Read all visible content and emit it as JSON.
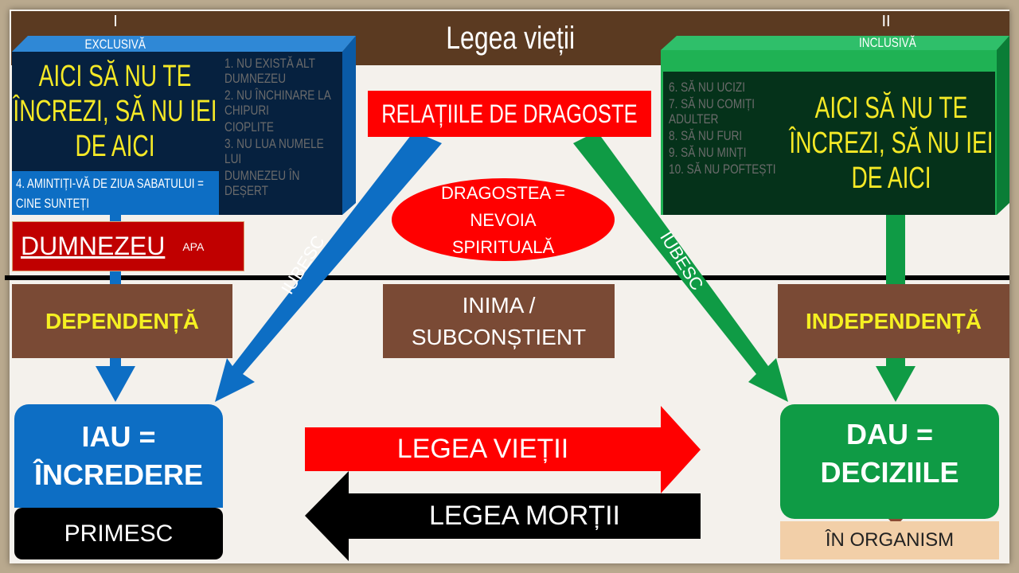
{
  "title": "Legea vieții",
  "left": {
    "roman": "I",
    "label": "EXCLUSIVĂ",
    "faded_lines": [
      "1. NU EXISTĂ ALT DUMNEZEU",
      "2. NU ÎNCHINARE LA CHIPURI",
      "CIOPLITE",
      "3. NU LUA NUMELE LUI",
      "DUMNEZEU ÎN DEȘERT"
    ],
    "warning": "AICI SĂ NU TE ÎNCREZI, SĂ NU IEI DE AICI",
    "commandment4": "4. AMINTIȚI-VĂ  DE ZIUA SABATULUI = CINE SUNTEȚI",
    "god": "DUMNEZEU",
    "apa": "APA",
    "dependence": "DEPENDENȚĂ",
    "take": "IAU = ÎNCREDERE",
    "receive": "PRIMESC"
  },
  "right": {
    "roman": "II",
    "label": "INCLUSIVĂ",
    "faded_lines": [
      "6. SĂ NU UCIZI",
      "7. SĂ NU COMIȚI ADULTER",
      "8. SĂ NU FURI",
      "9. SĂ NU MINȚI",
      "10. SĂ NU POFTEȘTI"
    ],
    "warning": "AICI SĂ NU TE ÎNCREZI, SĂ NU IEI DE AICI",
    "independence": "INDEPENDENȚĂ",
    "give": "DAU = DECIZIILE",
    "organism": "ÎN ORGANISM"
  },
  "center": {
    "relations": "RELAȚIILE DE DRAGOSTE",
    "love": "DRAGOSTEA = NEVOIA SPIRITUALĂ",
    "heart": "INIMA / SUBCONȘTIENT",
    "love_left": "IUBESC",
    "love_right": "IUBESC",
    "law_life": "LEGEA VIEȚII",
    "law_death": "LEGEA MORȚII"
  },
  "colors": {
    "blue": "#0d6ec4",
    "green": "#0f9b45",
    "red": "#e60000",
    "brown": "#7a4a35"
  }
}
